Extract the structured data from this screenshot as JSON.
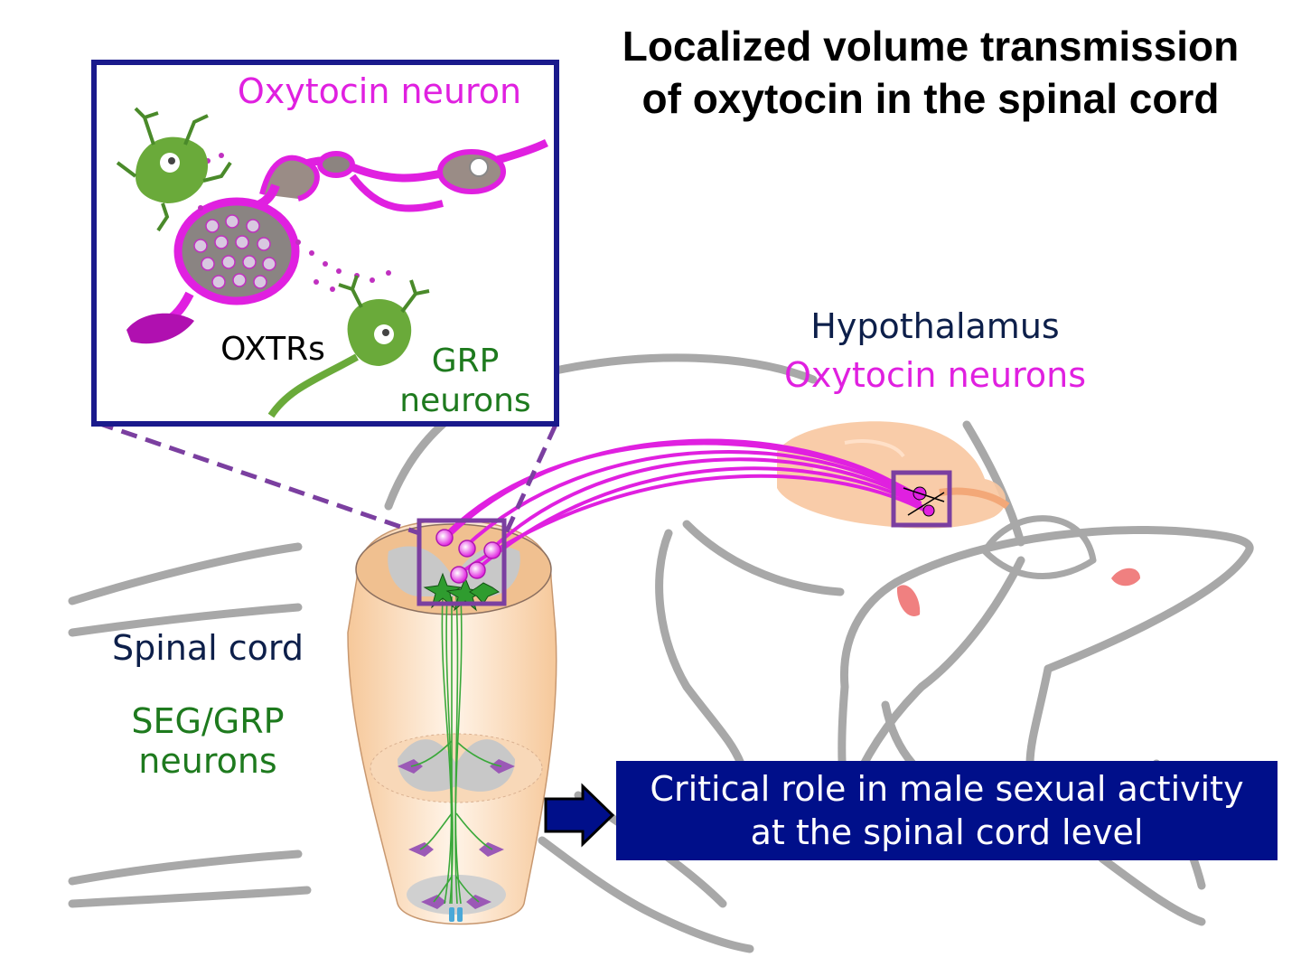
{
  "title": "Localized volume transmission\nof oxytocin in the spinal cord",
  "inset": {
    "title": "Oxytocin neuron",
    "oxtrs_label": "OXTRs",
    "grp_label": "GRP\nneurons"
  },
  "brain": {
    "region_label": "Hypothalamus",
    "neurons_label": "Oxytocin neurons"
  },
  "spinal": {
    "region_label": "Spinal cord",
    "neurons_label": "SEG/GRP\nneurons"
  },
  "callout": {
    "text": "Critical role in male sexual activity\nat the spinal cord level"
  },
  "colors": {
    "oxytocin": "#e020e0",
    "grp": "#3aa83a",
    "frame_blue": "#1a1a8c",
    "roi_purple": "#7b3fa0",
    "callout_bg": "#000f8a",
    "rat_outline": "#a8a8a8"
  }
}
